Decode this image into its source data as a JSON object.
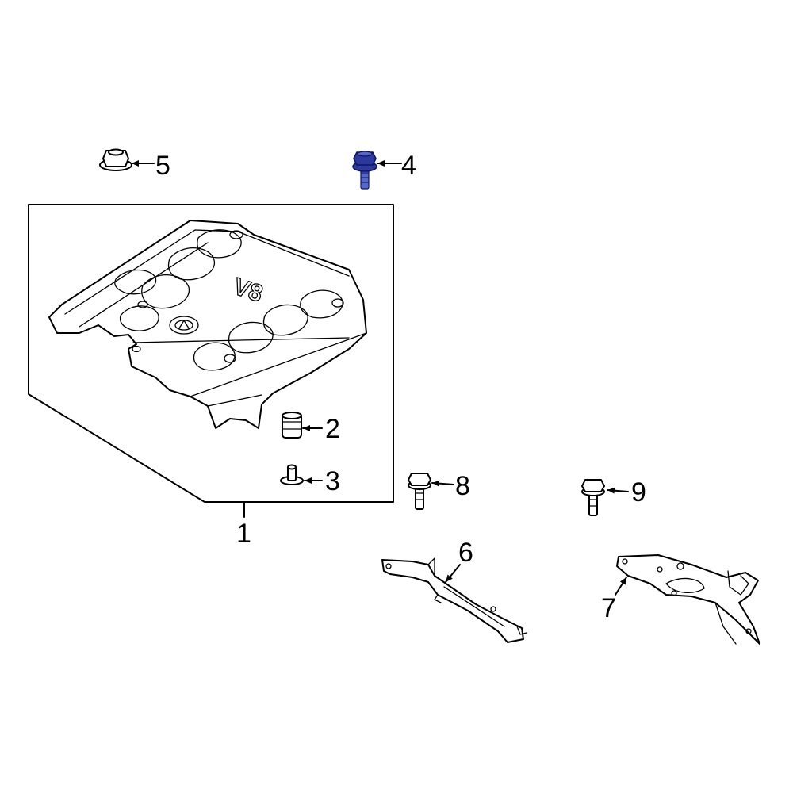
{
  "diagram": {
    "highlight_color": "#2d3a9c",
    "callouts": {
      "c1": "1",
      "c2": "2",
      "c3": "3",
      "c4": "4",
      "c5": "5",
      "c6": "6",
      "c7": "7",
      "c8": "8",
      "c9": "9"
    },
    "emblem_text": "V8"
  }
}
